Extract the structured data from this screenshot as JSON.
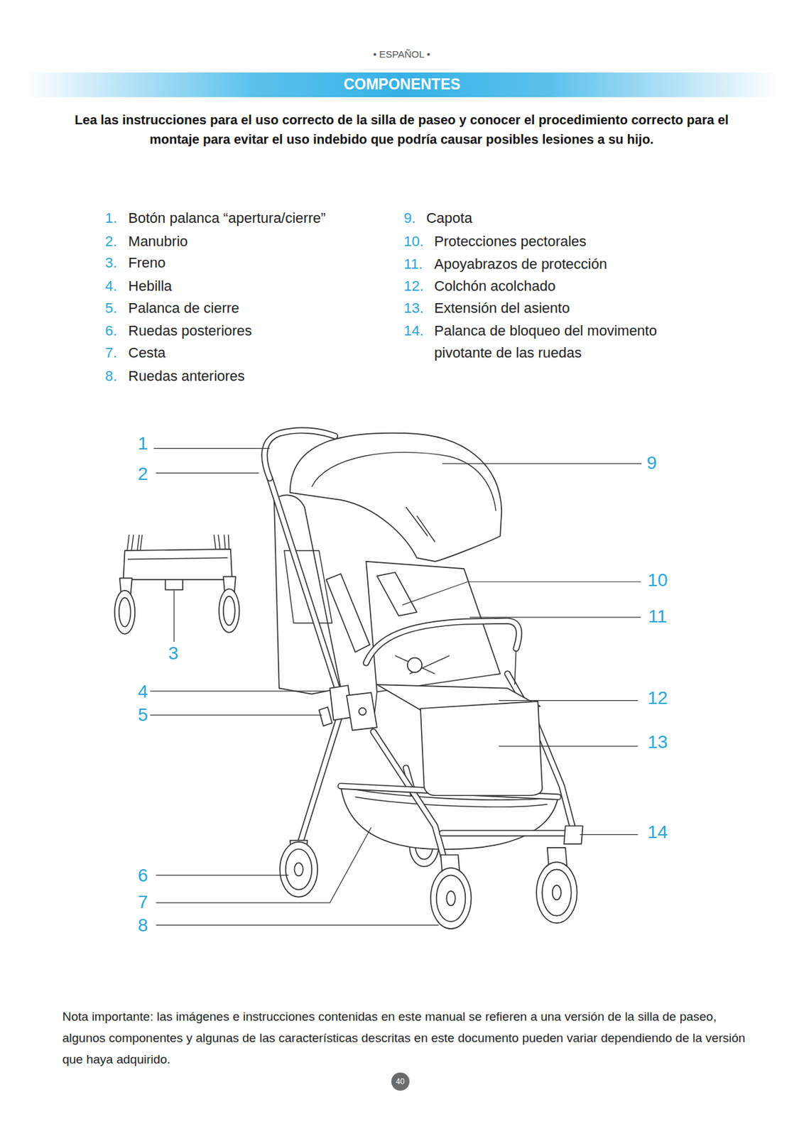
{
  "diagram": {
    "title": "COMPONENTES",
    "nodes": [
      {
        "text": [
          "40"
        ]
      }
    ],
    "labels": [
      "• ESPAÑOL •",
      "Lea las instrucciones para el uso correcto de la silla de paseo y conocer el procedimiento correcto para el montaje para evitar el uso indebido que podría causar posibles lesiones a su hijo.",
      "1.",
      "Botón palanca “apertura/cierre”",
      "2.",
      "Manubrio",
      "3.",
      "Freno",
      "4.",
      "Hebilla",
      "5.",
      "Palanca de cierre",
      "6.",
      "Ruedas posteriores",
      "7.",
      "Cesta",
      "8.",
      "Ruedas anteriores",
      "9.",
      "Capota",
      "10.",
      "Protecciones pectorales",
      "11.",
      "Apoyabrazos de protección",
      "12.",
      "Colchón acolchado",
      "13.",
      "Extensión del asiento",
      "14.",
      "Palanca de bloqueo del movimento pivotante de las ruedas",
      "1",
      "2",
      "3",
      "4",
      "5",
      "6",
      "7",
      "8",
      "9",
      "10",
      "11",
      "12",
      "13",
      "14",
      "Nota importante: las imágenes e instrucciones contenidas en este manual se refieren a una versión de la silla de paseo, algunos componentes y algunas de las características descritas en este documento pueden variar dependiendo de la versión que haya adquirido."
    ]
  }
}
